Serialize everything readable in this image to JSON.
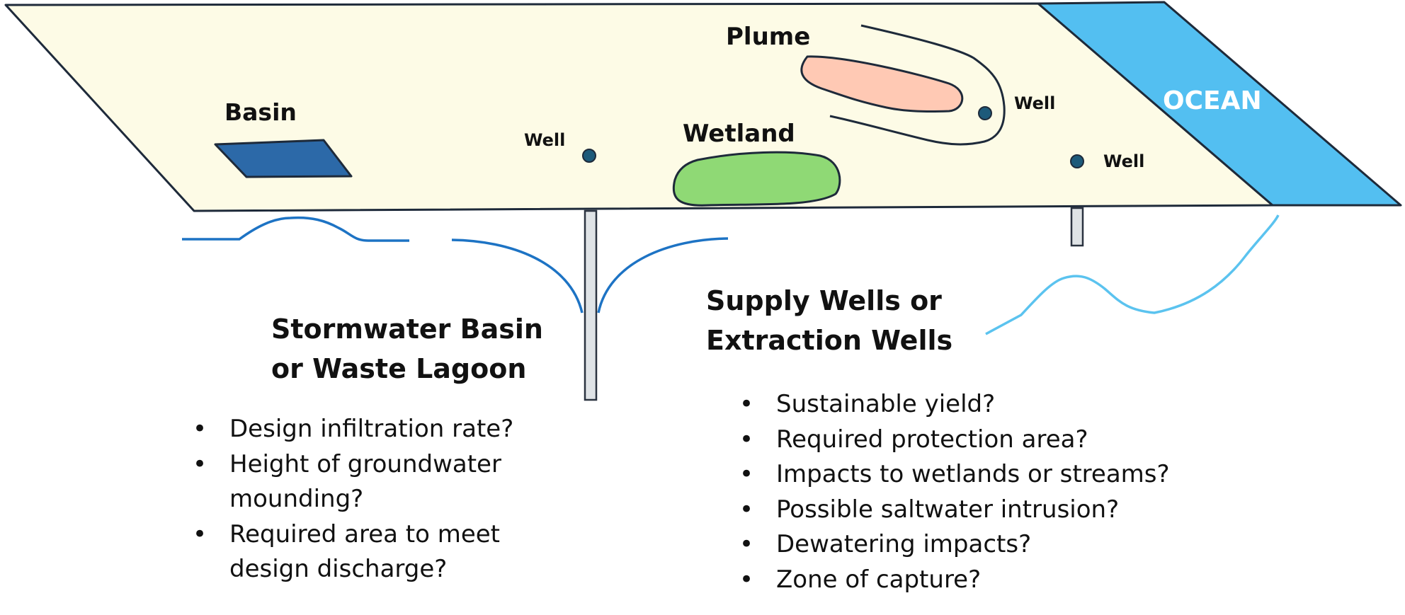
{
  "map_labels": {
    "basin": "Basin",
    "plume": "Plume",
    "wetland": "Wetland",
    "ocean": "OCEAN",
    "well_left": "Well",
    "well_plume": "Well",
    "well_right": "Well"
  },
  "colors": {
    "land": "#fdfbe6",
    "ocean": "#53bff1",
    "basin": "#2c69a8",
    "wetland": "#8fd975",
    "plume": "#ffc9b4",
    "water_table": "#1d73c4",
    "ocean_water_table": "#5bc3ef",
    "outline": "#1e2a3a"
  },
  "left_panel": {
    "heading_line1": "Stormwater Basin",
    "heading_line2": "or Waste Lagoon",
    "questions": [
      {
        "line1": "Design infiltration rate?",
        "line2": ""
      },
      {
        "line1": "Height of groundwater",
        "line2": "mounding?"
      },
      {
        "line1": "Required area to meet",
        "line2": "design discharge?"
      }
    ]
  },
  "right_panel": {
    "heading_line1": "Supply Wells or",
    "heading_line2": "Extraction Wells",
    "questions": [
      "Sustainable yield?",
      "Required protection area?",
      "Impacts to wetlands or streams?",
      "Possible saltwater intrusion?",
      "Dewatering impacts?",
      "Zone of capture?"
    ]
  }
}
